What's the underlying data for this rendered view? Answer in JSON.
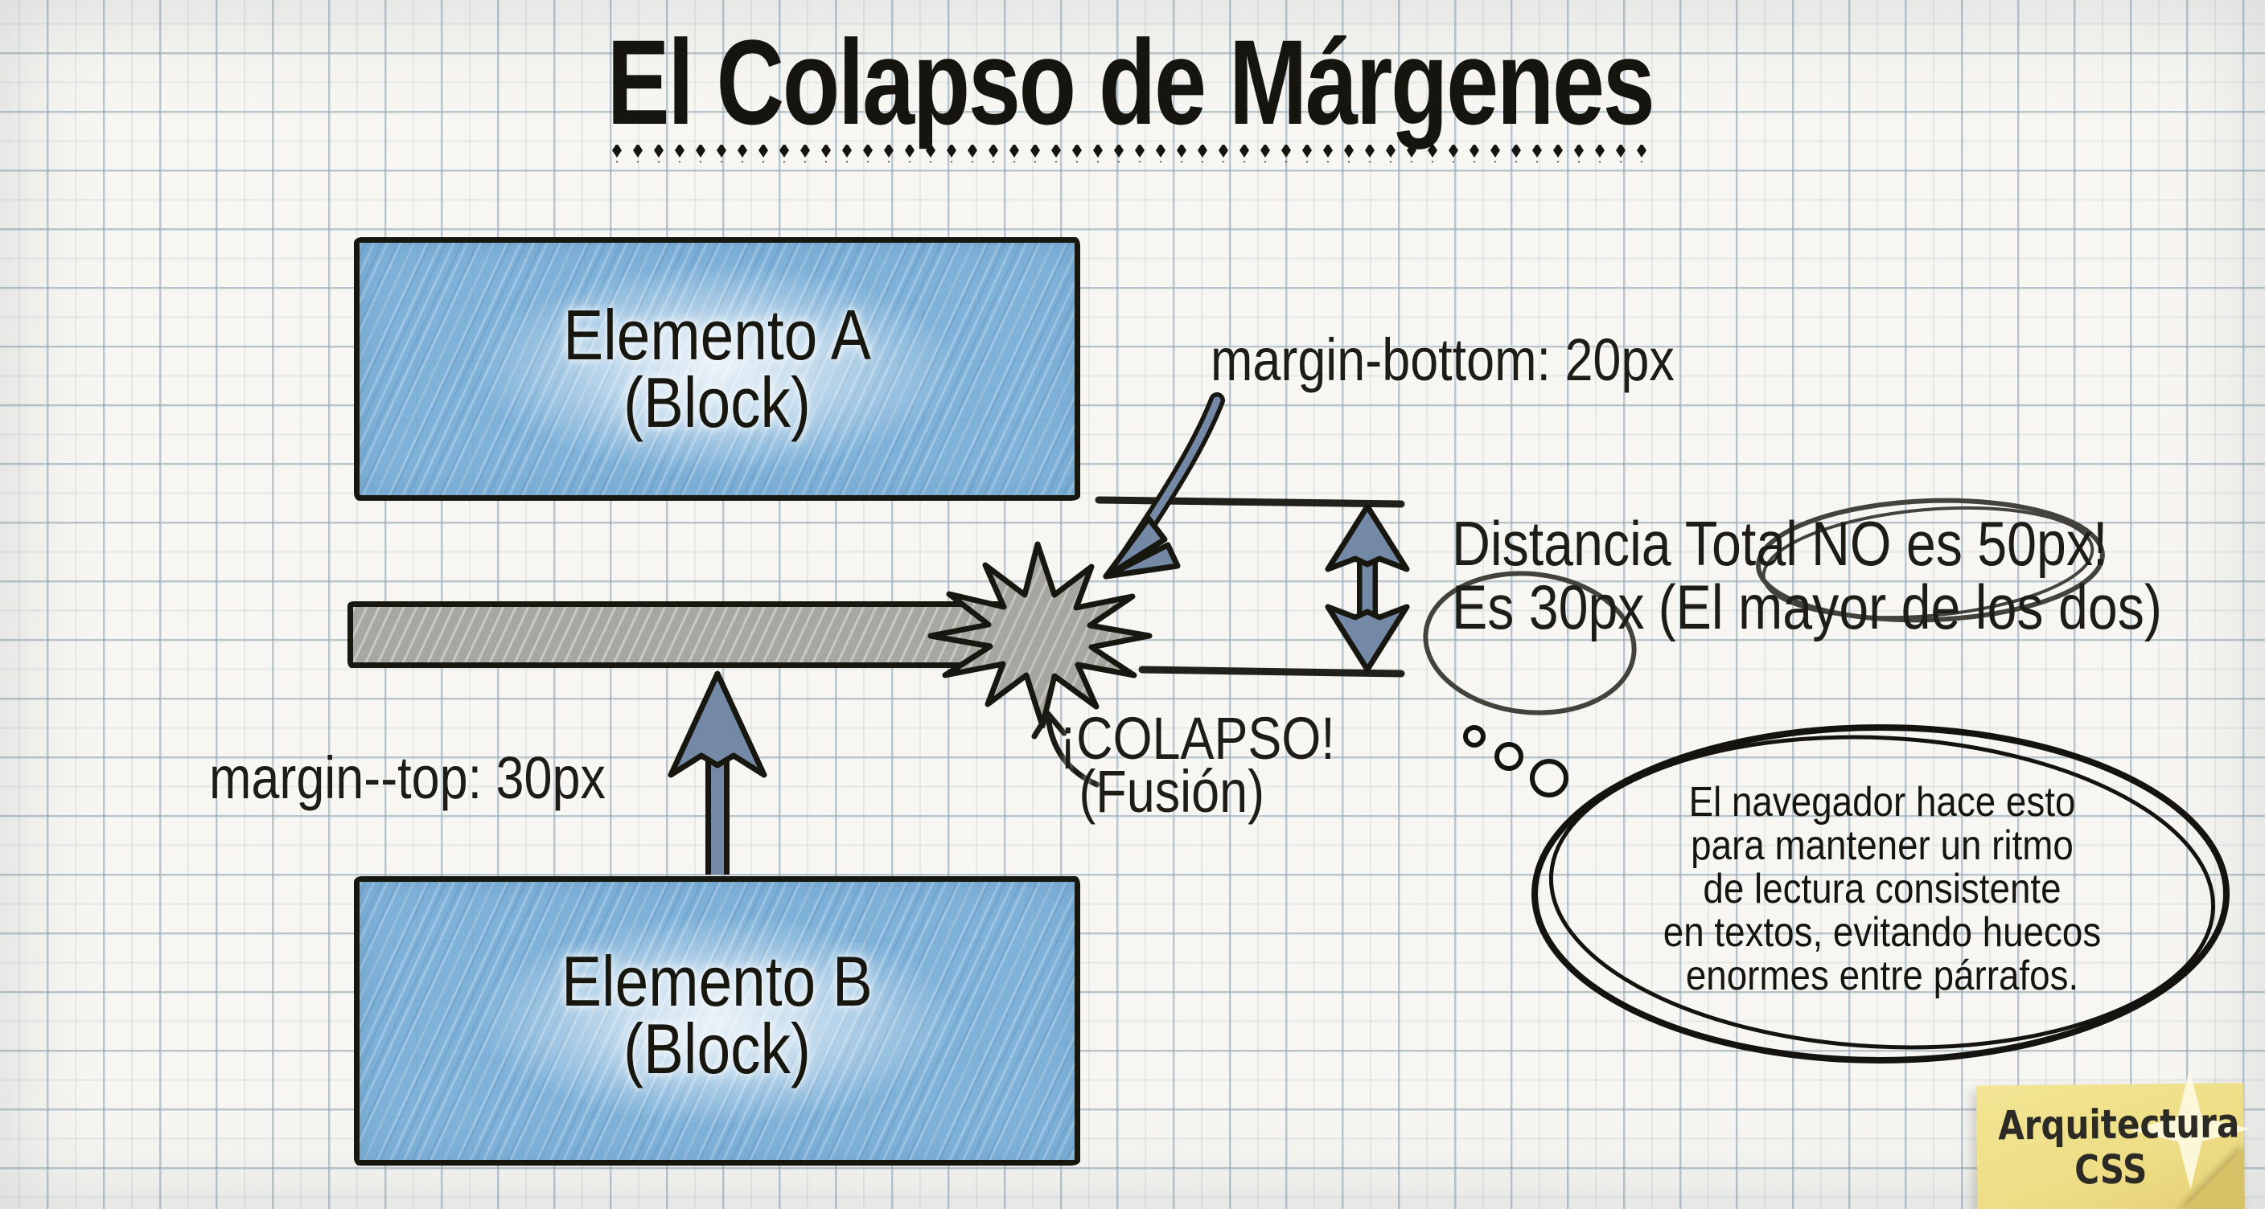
{
  "title": {
    "text": "El Colapso de Márgenes"
  },
  "blocks": {
    "a": {
      "name": "Elemento A",
      "type": "(Block)"
    },
    "b": {
      "name": "Elemento B",
      "type": "(Block)"
    }
  },
  "annotations": {
    "margin_bottom": "margin-bottom: 20px",
    "margin_top": "margin--top: 30px",
    "collapse_title": "¡COLAPSO!",
    "collapse_subtitle": "(Fusión)",
    "distance_prefix": "Distancia Total",
    "distance_highlight": "NO es 50px!",
    "result_highlight": "Es 30px",
    "result_suffix": "(El mayor de los dos)"
  },
  "thought_bubble": {
    "lines": [
      "El navegador hace esto",
      "para mantener un ritmo",
      "de lectura consistente",
      "en textos, evitando huecos",
      "enormes entre párrafos."
    ]
  },
  "sticky_note": {
    "line1": "Arquitectura",
    "line2": "CSS"
  },
  "colors": {
    "paper": "#f7f6f2",
    "grid_line": "#b4c1cb",
    "ink": "#17160f",
    "block_blue": "#7fb2d9",
    "bar_gray": "#a8a6a0",
    "arrow_slate": "#7489a6",
    "note_yellow": "#eedd85"
  }
}
